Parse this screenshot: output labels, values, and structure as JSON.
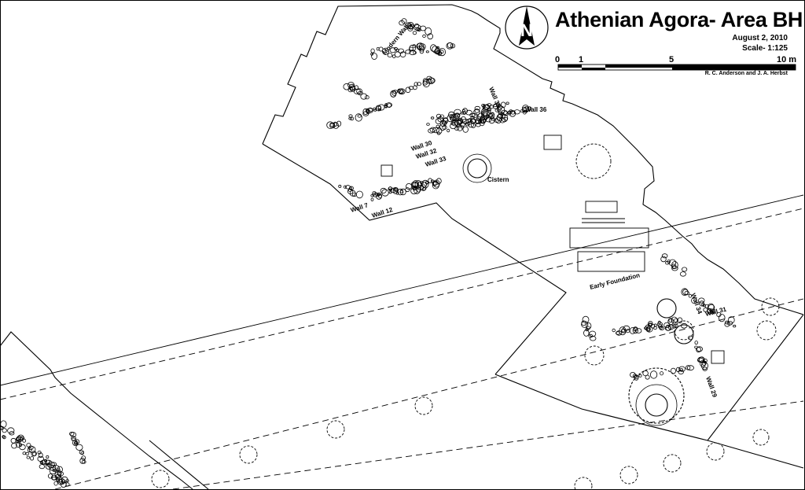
{
  "title": "Athenian Agora- Area BH",
  "date": "August 2, 2010",
  "scale": "Scale- 1:125",
  "authors": "R. C. Anderson and J. A. Herbst",
  "north_letter": "N",
  "scale_bar": {
    "ticks": [
      "0",
      "1",
      "5",
      "10 m"
    ]
  },
  "labels": {
    "modern_wall": "Modern Wall",
    "wall_35": "Wall 35",
    "wall_36": "Wall 36",
    "wall_30": "Wall 30",
    "wall_32": "Wall 32",
    "wall_33": "Wall 33",
    "cistern": "Cistern",
    "wall_7": "Wall 7",
    "wall_12": "Wall 12",
    "early_foundation": "Early Foundation",
    "wall_34": "Wall 34",
    "wall_31": "Wall 31",
    "wall_29": "Wall 29"
  }
}
